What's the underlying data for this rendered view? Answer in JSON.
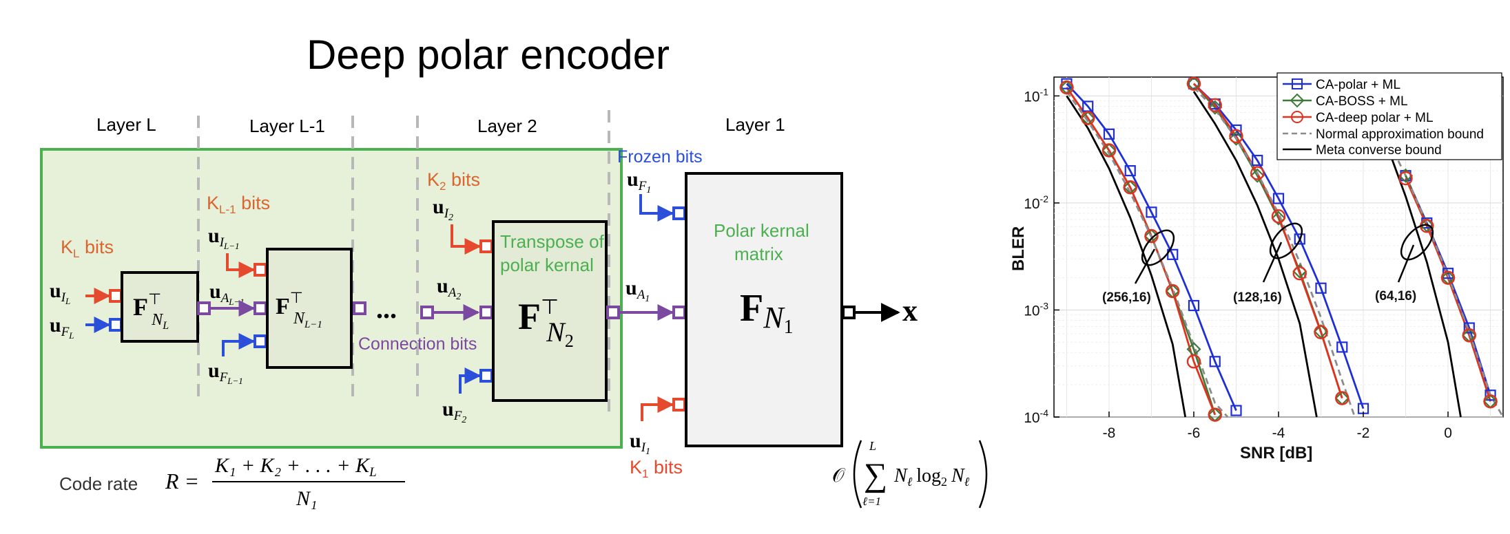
{
  "diagram": {
    "title": "Deep polar encoder",
    "layers": [
      "Layer L",
      "Layer L-1",
      "Layer 2",
      "Layer 1"
    ],
    "labels": {
      "kL_bits": "K",
      "kL_sub": "L",
      "kLm1_bits": "K",
      "kLm1_sub": "L-1",
      "k2_bits": "K",
      "k2_sub": "2",
      "k1_bits": "K",
      "k1_sub": "1",
      "bits_word": " bits",
      "frozen_bits": "Frozen bits",
      "connection_bits": "Connection bits",
      "transpose_line1": "Transpose of",
      "transpose_line2": "polar kernal",
      "polar_line1": "Polar kernal",
      "polar_line2": "matrix",
      "ellipsis": "...",
      "code_rate": "Code rate",
      "output": "x"
    },
    "math": {
      "u": "u",
      "F": "F",
      "T": "⊤",
      "sub_I": "I",
      "sub_A": "A",
      "sub_F": "F",
      "NL": "N",
      "NL_sub": "L",
      "NLm1": "N",
      "NLm1_sub": "L−1",
      "N2": "N",
      "N2_sub": "2",
      "N1": "N",
      "N1_sub": "1",
      "idx_L": "L",
      "idx_Lm1": "L−1",
      "idx_2": "2",
      "idx_1": "1",
      "rate_R": "R =",
      "rate_num": "K₁ + K₂ + . . . + K",
      "rate_num_sub": "L",
      "rate_den": "N₁",
      "complexity_O": "𝒪",
      "complexity_sum_top": "L",
      "complexity_sum_bottom": "ℓ=1",
      "complexity_body": "N",
      "complexity_body_sub": "ℓ",
      "complexity_log": "log",
      "complexity_log_sub": "2",
      "complexity_end": "N",
      "complexity_end_sub": "ℓ"
    },
    "colors": {
      "green_fill": "#e7f0d9",
      "green_border": "#4caf50",
      "block_fill": "#e3ebd6",
      "big_block_fill": "#f2f2f2",
      "red": "#e64a2e",
      "blue": "#2b4fd8",
      "purple": "#7b4aa0",
      "orange": "#d9662f",
      "green_text": "#4caf50",
      "gray_dash": "#b8b8b8"
    }
  },
  "chart_data": {
    "type": "line",
    "xlabel": "SNR [dB]",
    "ylabel": "BLER",
    "xlim": [
      -9.3,
      1.3
    ],
    "ylim": [
      0.0001,
      0.15
    ],
    "yscale": "log",
    "xticks": [
      -8,
      -6,
      -4,
      -2,
      0
    ],
    "xtick_labels": [
      "-8",
      "-6",
      "-4",
      "-2",
      "0"
    ],
    "yticks": [
      0.0001,
      0.001,
      0.01,
      0.1
    ],
    "ytick_base": [
      "10",
      "10",
      "10",
      "10"
    ],
    "ytick_exp": [
      "-4",
      "-3",
      "-2",
      "-1"
    ],
    "grid": true,
    "legend_position": "top-right",
    "legend": [
      {
        "label": "CA-polar + ML",
        "color": "#1f2fd6",
        "marker": "square",
        "dash": "solid"
      },
      {
        "label": "CA-BOSS + ML",
        "color": "#3f7a3a",
        "marker": "diamond",
        "dash": "solid"
      },
      {
        "label": "CA-deep polar + ML",
        "color": "#e0321e",
        "marker": "circle",
        "dash": "solid"
      },
      {
        "label": "Normal approximation bound",
        "color": "#8c8c8c",
        "marker": "none",
        "dash": "dashed"
      },
      {
        "label": "Meta converse bound",
        "color": "#000000",
        "marker": "none",
        "dash": "solid"
      }
    ],
    "annotations": [
      "(256,16)",
      "(128,16)",
      "(64,16)"
    ],
    "series": [
      {
        "group": "(256,16)",
        "type": "CA-polar + ML",
        "color": "#1f2fd6",
        "marker": "square",
        "x": [
          -9,
          -8.5,
          -8,
          -7.5,
          -7,
          -6.5,
          -6,
          -5.5,
          -5
        ],
        "y": [
          0.13,
          0.08,
          0.044,
          0.02,
          0.0082,
          0.0033,
          0.0011,
          0.00033,
          0.000115
        ]
      },
      {
        "group": "(256,16)",
        "type": "CA-BOSS + ML",
        "color": "#3f7a3a",
        "marker": "diamond",
        "x": [
          -9,
          -8.5,
          -8,
          -7.5,
          -7,
          -6.5,
          -6,
          -5.5
        ],
        "y": [
          0.12,
          0.062,
          0.031,
          0.014,
          0.0049,
          0.0015,
          0.00043,
          0.000105
        ]
      },
      {
        "group": "(256,16)",
        "type": "CA-deep polar + ML",
        "color": "#e0321e",
        "marker": "circle",
        "x": [
          -9,
          -8.5,
          -8,
          -7.5,
          -7,
          -6.5,
          -6,
          -5.5
        ],
        "y": [
          0.12,
          0.062,
          0.031,
          0.014,
          0.0049,
          0.0015,
          0.00033,
          0.000105
        ]
      },
      {
        "group": "(256,16)",
        "type": "Normal approximation bound",
        "color": "#8c8c8c",
        "marker": "none",
        "x": [
          -9,
          -8.5,
          -8,
          -7.5,
          -7,
          -6.5,
          -6,
          -5.5,
          -5.2
        ],
        "y": [
          0.11,
          0.058,
          0.029,
          0.0125,
          0.0048,
          0.0016,
          0.00047,
          0.000135,
          0.0001
        ]
      },
      {
        "group": "(256,16)",
        "type": "Meta converse bound",
        "color": "#000000",
        "marker": "none",
        "x": [
          -9,
          -8.5,
          -8,
          -7.5,
          -7,
          -6.5,
          -6.2
        ],
        "y": [
          0.1,
          0.05,
          0.021,
          0.0073,
          0.0021,
          0.00048,
          0.0001
        ]
      },
      {
        "group": "(128,16)",
        "type": "CA-polar + ML",
        "color": "#1f2fd6",
        "marker": "square",
        "x": [
          -6,
          -5.5,
          -5,
          -4.5,
          -4,
          -3.5,
          -3,
          -2.5,
          -2
        ],
        "y": [
          0.13,
          0.084,
          0.048,
          0.025,
          0.011,
          0.0046,
          0.0016,
          0.00045,
          0.00012
        ]
      },
      {
        "group": "(128,16)",
        "type": "CA-BOSS + ML",
        "color": "#3f7a3a",
        "marker": "diamond",
        "x": [
          -6,
          -5.5,
          -5,
          -4.5,
          -4,
          -3.5,
          -3,
          -2.5
        ],
        "y": [
          0.13,
          0.078,
          0.04,
          0.018,
          0.0072,
          0.0023,
          0.00063,
          0.00015
        ]
      },
      {
        "group": "(128,16)",
        "type": "CA-deep polar + ML",
        "color": "#e0321e",
        "marker": "circle",
        "x": [
          -6,
          -5.5,
          -5,
          -4.5,
          -4,
          -3.5,
          -3,
          -2.5
        ],
        "y": [
          0.13,
          0.082,
          0.042,
          0.019,
          0.0075,
          0.0022,
          0.00062,
          0.00015
        ]
      },
      {
        "group": "(128,16)",
        "type": "Normal approximation bound",
        "color": "#8c8c8c",
        "marker": "none",
        "x": [
          -6,
          -5.5,
          -5,
          -4.5,
          -4,
          -3.5,
          -3,
          -2.5,
          -2.2
        ],
        "y": [
          0.12,
          0.075,
          0.04,
          0.019,
          0.008,
          0.0028,
          0.00085,
          0.00022,
          0.0001
        ]
      },
      {
        "group": "(128,16)",
        "type": "Meta converse bound",
        "color": "#000000",
        "marker": "none",
        "x": [
          -6,
          -5.5,
          -5,
          -4.5,
          -4,
          -3.5,
          -3.1
        ],
        "y": [
          0.11,
          0.055,
          0.025,
          0.0095,
          0.003,
          0.00075,
          0.0001
        ]
      },
      {
        "group": "(64,16)",
        "type": "CA-polar + ML",
        "color": "#1f2fd6",
        "marker": "square",
        "x": [
          -1,
          -0.5,
          0,
          0.5,
          1
        ],
        "y": [
          0.018,
          0.0065,
          0.0022,
          0.00068,
          0.00016
        ]
      },
      {
        "group": "(64,16)",
        "type": "CA-BOSS + ML",
        "color": "#3f7a3a",
        "marker": "diamond",
        "x": [
          -1,
          -0.5,
          0,
          0.5,
          1
        ],
        "y": [
          0.018,
          0.0062,
          0.002,
          0.00058,
          0.00014
        ]
      },
      {
        "group": "(64,16)",
        "type": "CA-deep polar + ML",
        "color": "#e0321e",
        "marker": "circle",
        "x": [
          -1,
          -0.5,
          0,
          0.5,
          1
        ],
        "y": [
          0.017,
          0.0061,
          0.002,
          0.00058,
          0.00014
        ]
      },
      {
        "group": "(64,16)",
        "type": "Normal approximation bound",
        "color": "#8c8c8c",
        "marker": "none",
        "x": [
          -1.5,
          -1,
          -0.5,
          0,
          0.5,
          1,
          1.3
        ],
        "y": [
          0.045,
          0.018,
          0.0064,
          0.0021,
          0.00062,
          0.00016,
          0.0001
        ]
      },
      {
        "group": "(64,16)",
        "type": "Meta converse bound",
        "color": "#000000",
        "marker": "none",
        "x": [
          -1.5,
          -1,
          -0.5,
          0,
          0.3
        ],
        "y": [
          0.04,
          0.0115,
          0.0028,
          0.0005,
          0.0001
        ]
      }
    ]
  }
}
